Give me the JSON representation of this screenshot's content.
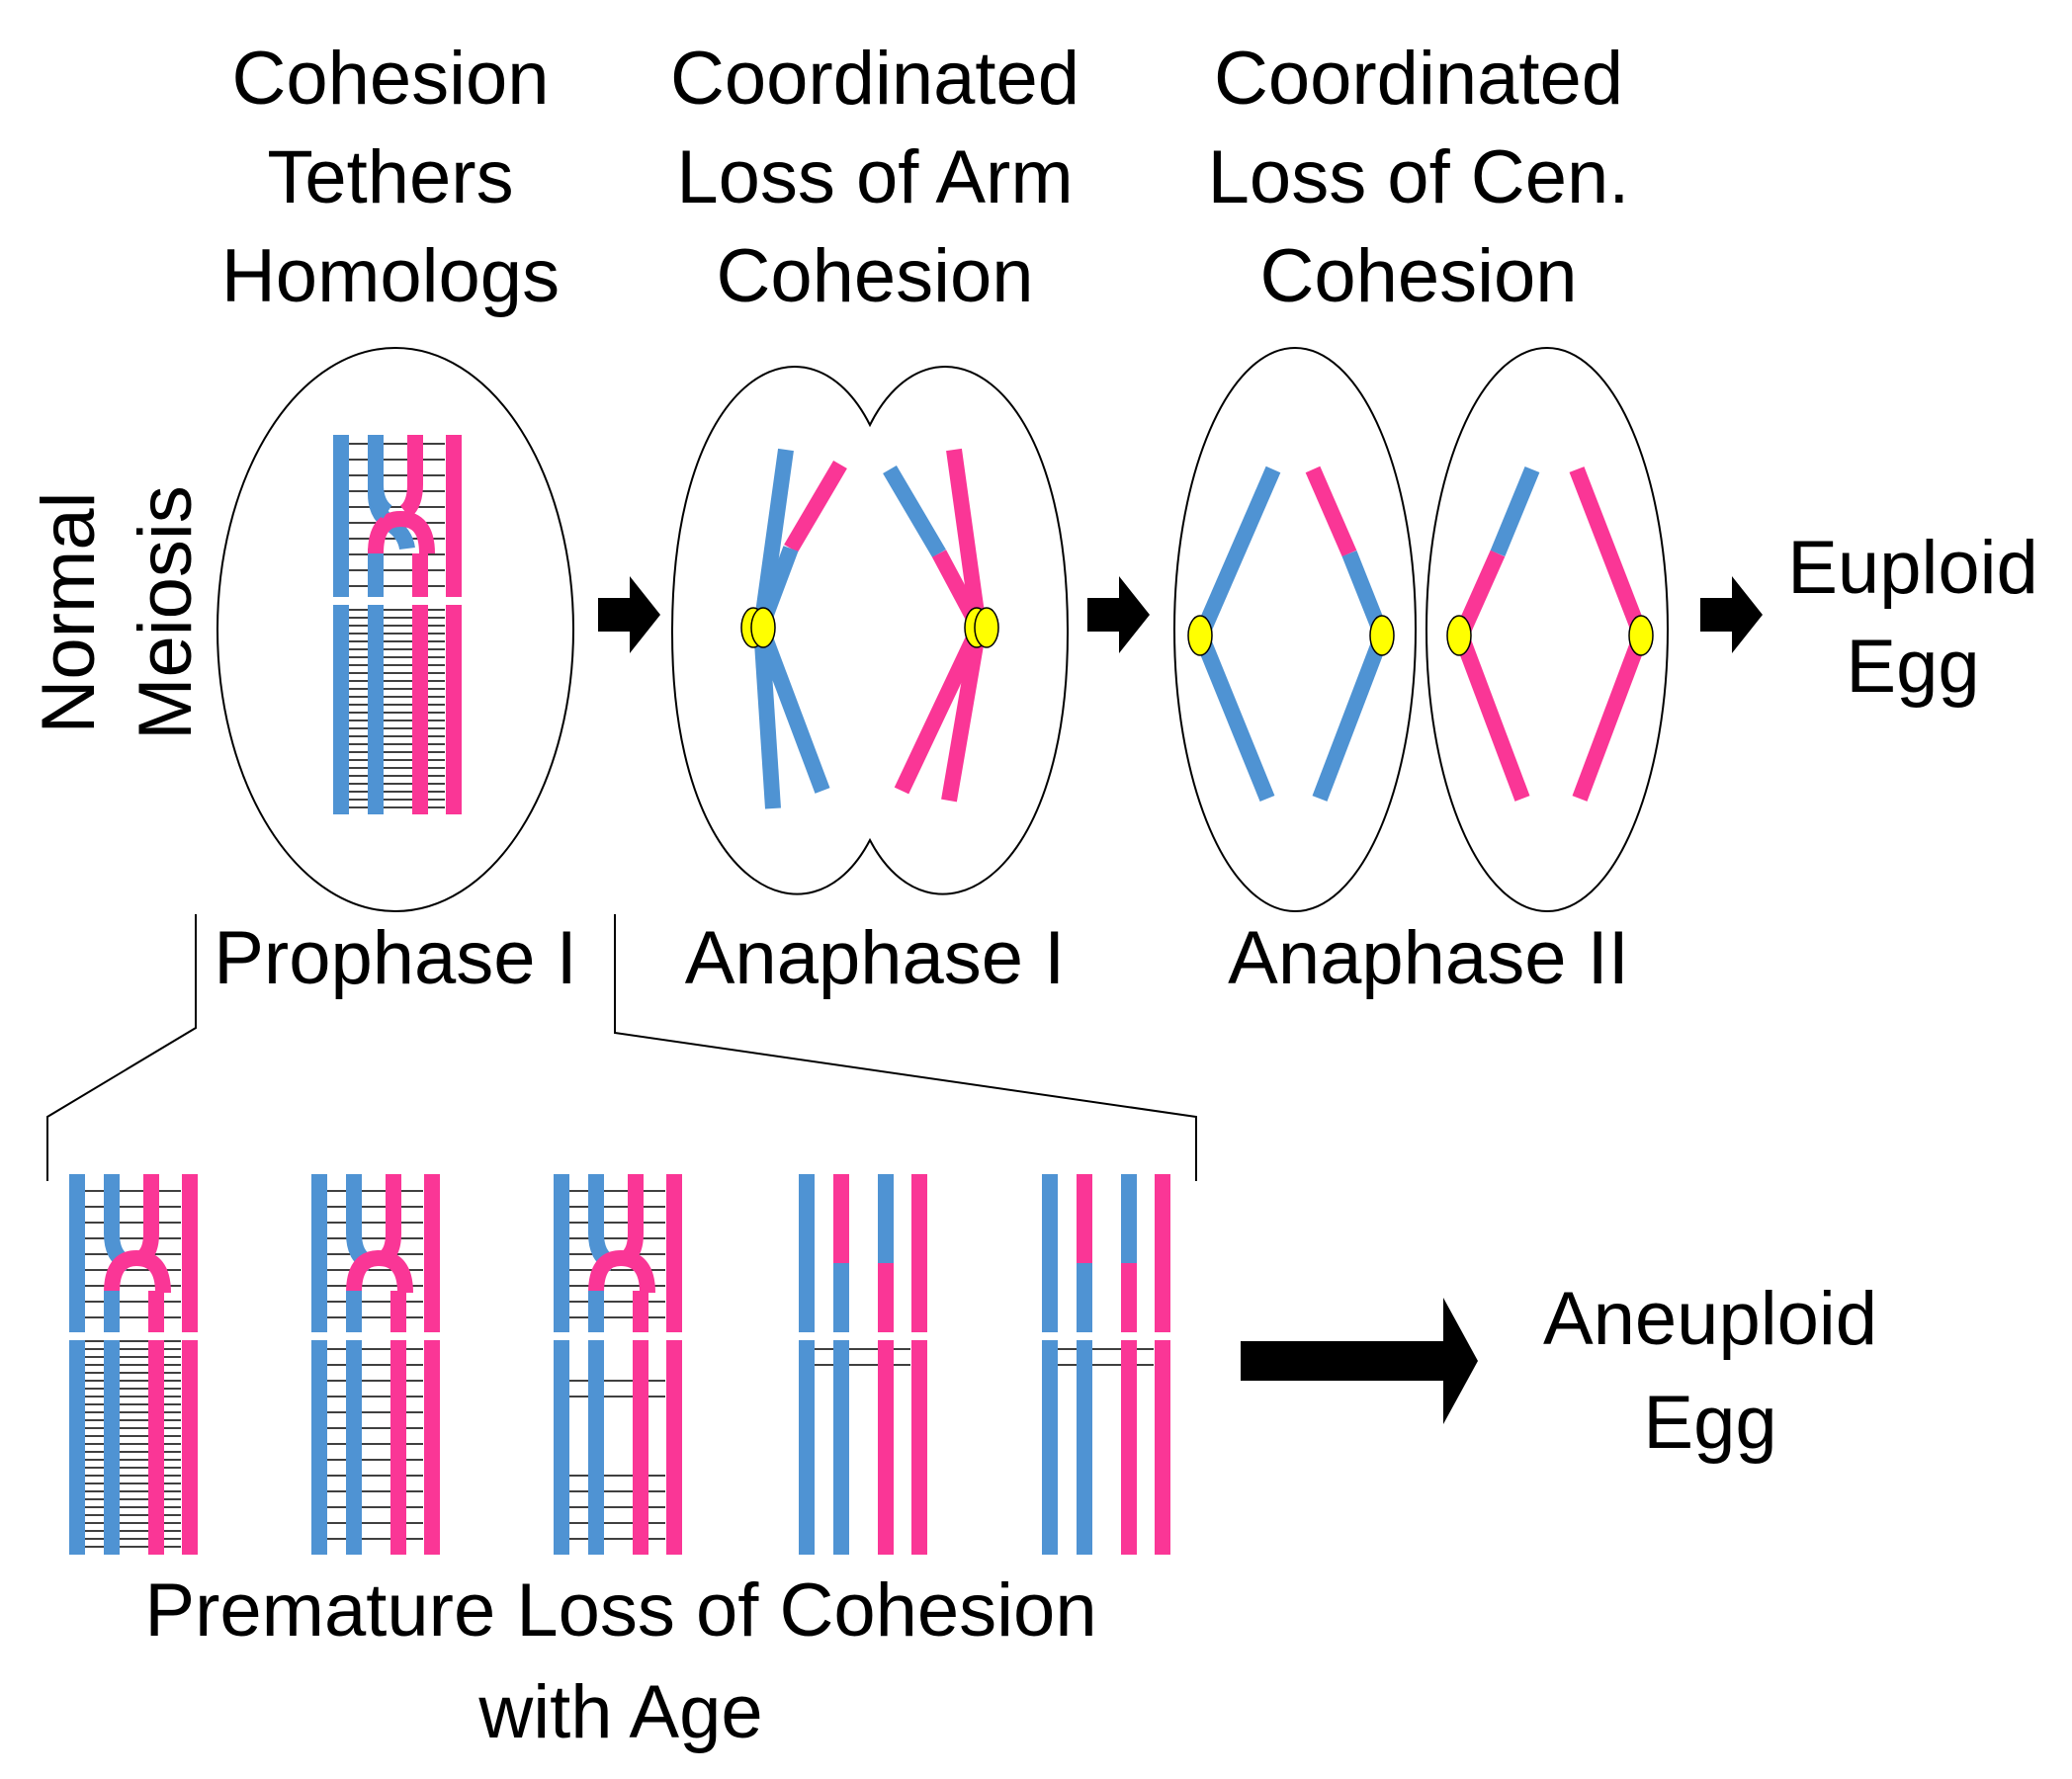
{
  "colors": {
    "blue": "#4f93d3",
    "pink": "#fa3696",
    "yellow": "#ffff00",
    "outline": "#000000",
    "background": "#ffffff"
  },
  "headers": {
    "prophase": [
      "Cohesion",
      "Tethers",
      "Homologs"
    ],
    "anaphase1": [
      "Coordinated",
      "Loss of Arm",
      "Cohesion"
    ],
    "anaphase2": [
      "Coordinated",
      "Loss of Cen.",
      "Cohesion"
    ]
  },
  "side_label": [
    "Normal",
    "Meiosis"
  ],
  "stages": {
    "prophase": "Prophase I",
    "anaphase1": "Anaphase I",
    "anaphase2": "Anaphase II"
  },
  "outcomes": {
    "euploid": [
      "Euploid",
      "Egg"
    ],
    "aneuploid": [
      "Aneuploid",
      "Egg"
    ]
  },
  "bottom_caption": [
    "Premature Loss of Cohesion",
    "with Age"
  ],
  "icons": [
    "arrow-right-icon",
    "chromosome-icon",
    "centromere-icon",
    "cell-outline-icon"
  ]
}
